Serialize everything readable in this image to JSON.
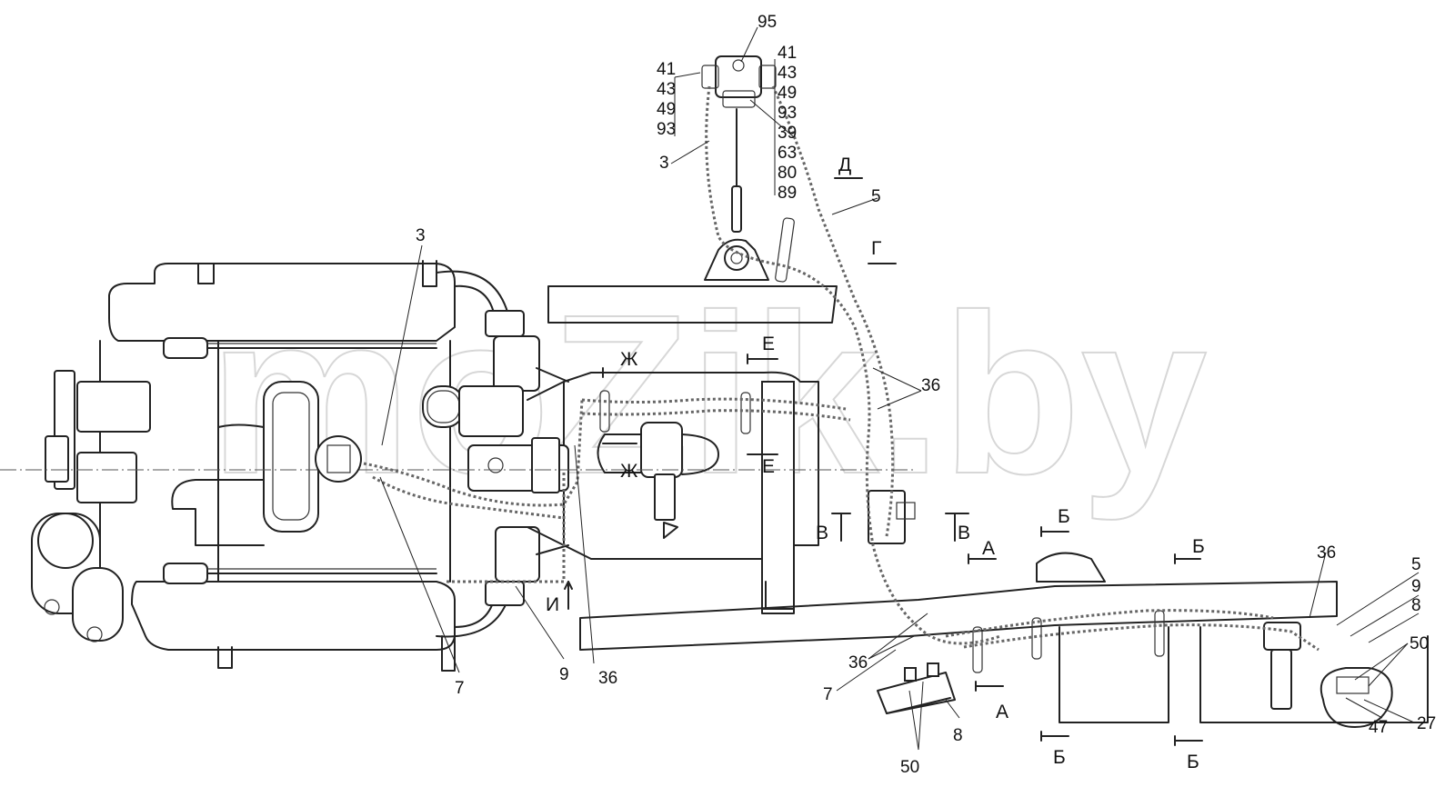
{
  "watermark": "moZik.by",
  "callouts": {
    "c95": "95",
    "c41a": "41",
    "c43a": "43",
    "c49a": "49",
    "c93a": "93",
    "c41b": "41",
    "c43b": "43",
    "c49b": "49",
    "c93b": "93",
    "c39": "39",
    "c63": "63",
    "c80": "80",
    "c89": "89",
    "c3_top": "3",
    "c5_top": "5",
    "c3_engine": "3",
    "c7_engine": "7",
    "c9_engine": "9",
    "c36_engine": "36",
    "c36_mid": "36",
    "c36_low": "36",
    "c7_low": "7",
    "c8_low": "8",
    "c50_low": "50",
    "c36_right": "36",
    "c5_right": "5",
    "c9_right": "9",
    "c8_right": "8",
    "c50_right": "50",
    "c27": "27",
    "c47": "47"
  },
  "sections": {
    "D": "Д",
    "G": "Г",
    "E_top": "Е",
    "E_bot": "Е",
    "ZH_top": "Ж",
    "ZH_bot": "Ж",
    "V_left": "В",
    "V_right": "В",
    "A_top": "А",
    "A_bot": "А",
    "B1": "Б",
    "B2": "Б",
    "B3": "Б",
    "B4": "Б",
    "I": "И"
  }
}
